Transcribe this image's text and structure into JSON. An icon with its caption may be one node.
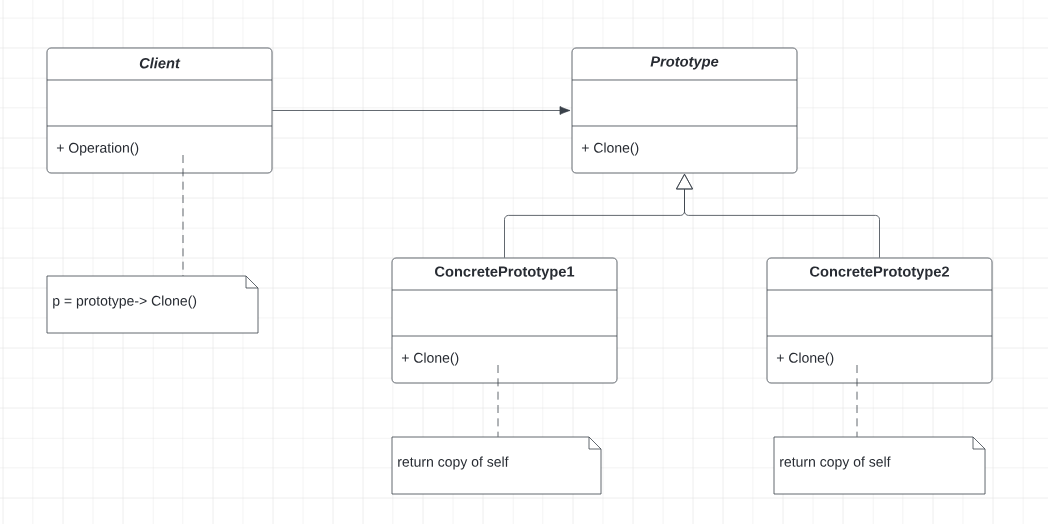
{
  "diagram": {
    "nodes": [
      {
        "text": [
          "Client",
          "+ Operation()"
        ]
      },
      {
        "text": [
          "Prototype",
          "+ Clone()"
        ]
      },
      {
        "text": [
          "ConcretePrototype1",
          "+ Clone()"
        ]
      },
      {
        "text": [
          "ConcretePrototype2",
          "+ Clone()"
        ]
      },
      {
        "text": [
          "p = prototype-> Clone()"
        ]
      },
      {
        "text": [
          "return copy of self"
        ]
      },
      {
        "text": [
          "return copy of self"
        ]
      }
    ],
    "edges": [
      {
        "from": 0,
        "to": 1,
        "arrow": "to"
      },
      {
        "from": 2,
        "to": 1,
        "arrow": "to"
      },
      {
        "from": 3,
        "to": 1,
        "arrow": "to"
      },
      {
        "from": 0,
        "to": 4,
        "arrow": "none",
        "style": "dashed"
      },
      {
        "from": 2,
        "to": 5,
        "arrow": "none",
        "style": "dashed"
      },
      {
        "from": 3,
        "to": 6,
        "arrow": "none",
        "style": "dashed"
      }
    ]
  }
}
